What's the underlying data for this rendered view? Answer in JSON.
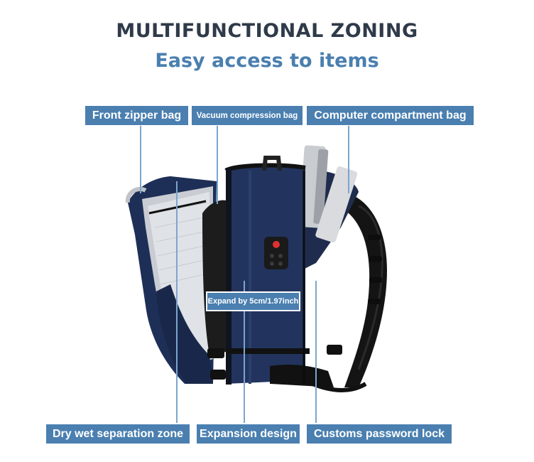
{
  "heading": {
    "title": "MULTIFUNCTIONAL ZONING",
    "subtitle": "Easy access to items"
  },
  "labels": {
    "front_zipper": "Front zipper bag",
    "vacuum": "Vacuum compression bag",
    "computer": "Computer compartment bag",
    "expand": "Expand by 5cm/1.97inch",
    "dry_wet": "Dry wet separation zone",
    "expansion": "Expansion design",
    "customs": "Customs password lock"
  },
  "colors": {
    "label_bg": "#4a7fb0",
    "title": "#2f3a4a",
    "subtitle": "#4a7fb0",
    "bag_blue": "#1e2f57"
  }
}
